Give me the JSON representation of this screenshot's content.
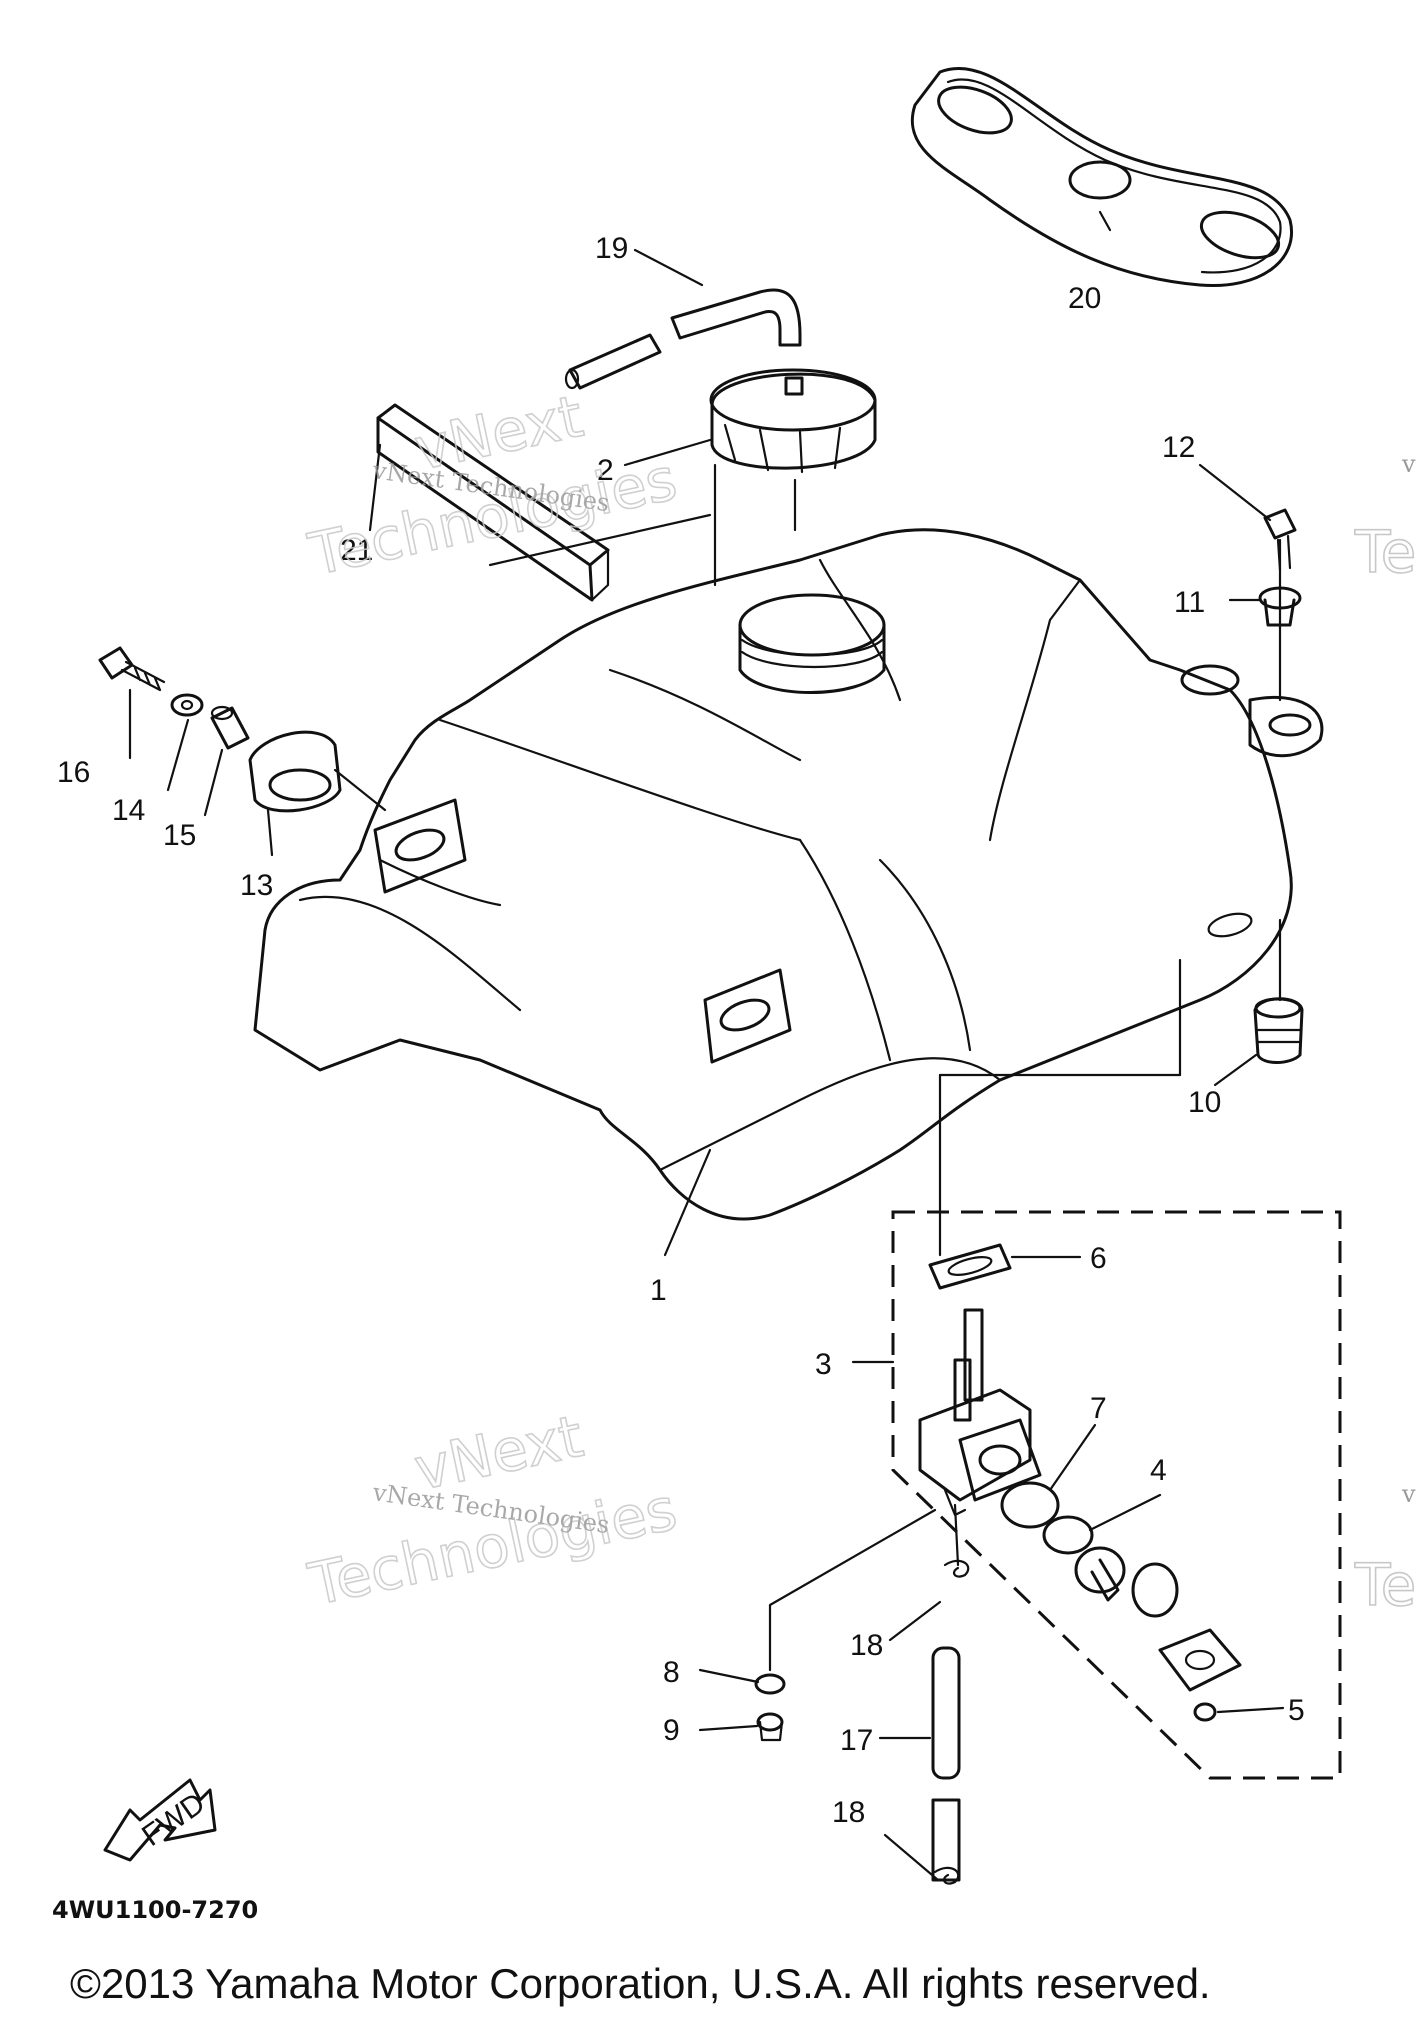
{
  "diagram_code": "4WU1100-7270",
  "copyright": "©2013 Yamaha Motor Corporation, U.S.A. All rights reserved.",
  "fwd_label": "FWD",
  "watermark": {
    "brand_big_1": "vNext",
    "brand_big_2": "Technologies",
    "brand_small": "vNext Technologies",
    "edge_fragment_1": "v",
    "edge_fragment_2": "Te"
  },
  "callouts": [
    {
      "id": "1",
      "label": "1"
    },
    {
      "id": "2",
      "label": "2"
    },
    {
      "id": "3",
      "label": "3"
    },
    {
      "id": "4",
      "label": "4"
    },
    {
      "id": "5",
      "label": "5"
    },
    {
      "id": "6",
      "label": "6"
    },
    {
      "id": "7",
      "label": "7"
    },
    {
      "id": "8",
      "label": "8"
    },
    {
      "id": "9",
      "label": "9"
    },
    {
      "id": "10",
      "label": "10"
    },
    {
      "id": "11",
      "label": "11"
    },
    {
      "id": "12",
      "label": "12"
    },
    {
      "id": "13",
      "label": "13"
    },
    {
      "id": "14",
      "label": "14"
    },
    {
      "id": "15",
      "label": "15"
    },
    {
      "id": "16",
      "label": "16"
    },
    {
      "id": "17",
      "label": "17"
    },
    {
      "id": "18a",
      "label": "18"
    },
    {
      "id": "18b",
      "label": "18"
    },
    {
      "id": "19",
      "label": "19"
    },
    {
      "id": "20",
      "label": "20"
    },
    {
      "id": "21",
      "label": "21"
    }
  ]
}
